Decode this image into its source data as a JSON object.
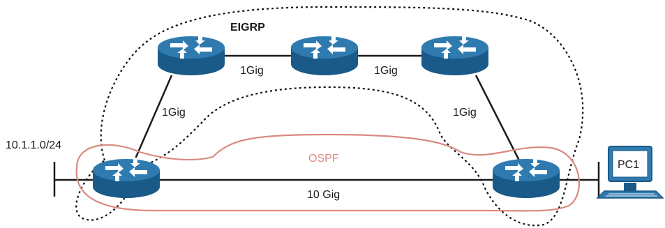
{
  "diagram": {
    "eigrp_label": "EIGRP",
    "ospf_label": "OSPF",
    "subnet_label": "10.1.1.0/24",
    "pc_label": "PC1",
    "links": {
      "top_left": "1Gig",
      "top_right": "1Gig",
      "left_diag": "1Gig",
      "right_diag": "1Gig",
      "bottom": "10 Gig"
    },
    "colors": {
      "router_top": "#2f7bb0",
      "router_side": "#1a5a88",
      "eigrp_boundary": "#111111",
      "ospf_boundary": "#d98a80"
    },
    "icons": [
      "router-icon",
      "pc-icon"
    ]
  }
}
